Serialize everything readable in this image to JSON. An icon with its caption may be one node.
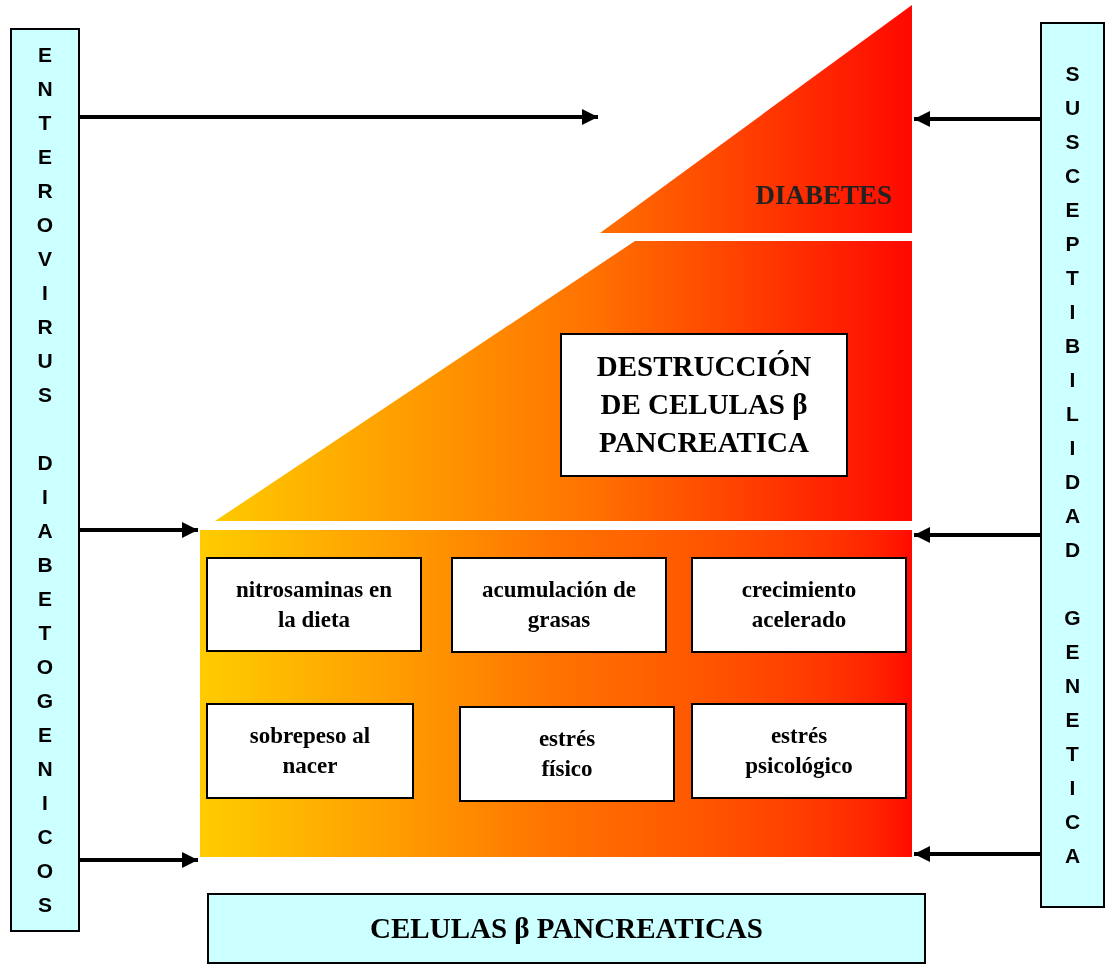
{
  "diagram": {
    "nodes": [
      {
        "text": [
          "ENTEROVIRUS DIABETOGENICOS"
        ]
      },
      {
        "text": [
          "SUSCEPTIBILIDAD GENETICA"
        ]
      },
      {
        "text": [
          "DIABETES"
        ]
      },
      {
        "text": [],
        "shape": "trapezoid"
      },
      {
        "text": [
          "DESTRUCCIÓN DE CELULAS β PANCREATICA"
        ],
        "in": 3
      },
      {
        "text": [],
        "shape": "box"
      },
      {
        "text": [
          "nitrosaminas en la dieta"
        ],
        "in": 5
      },
      {
        "text": [
          "acumulación de grasas"
        ],
        "in": 5
      },
      {
        "text": [
          "crecimiento acelerado"
        ],
        "in": 5
      },
      {
        "text": [
          "sobrepeso al nacer"
        ],
        "in": 5
      },
      {
        "text": [
          "estrés físico"
        ],
        "in": 5
      },
      {
        "text": [
          "estrés psicológico"
        ],
        "in": 5
      },
      {
        "text": [
          "CELULAS β PANCREATICAS"
        ]
      }
    ],
    "edges": [
      {
        "from": 0,
        "to": 2,
        "arrow": "to"
      },
      {
        "from": 0,
        "to": 5,
        "arrow": "to"
      },
      {
        "from": 0,
        "to": 5,
        "arrow": "to"
      },
      {
        "from": 1,
        "to": 2,
        "arrow": "to"
      },
      {
        "from": 1,
        "to": 5,
        "arrow": "to"
      },
      {
        "from": 1,
        "to": 5,
        "arrow": "to"
      }
    ]
  }
}
